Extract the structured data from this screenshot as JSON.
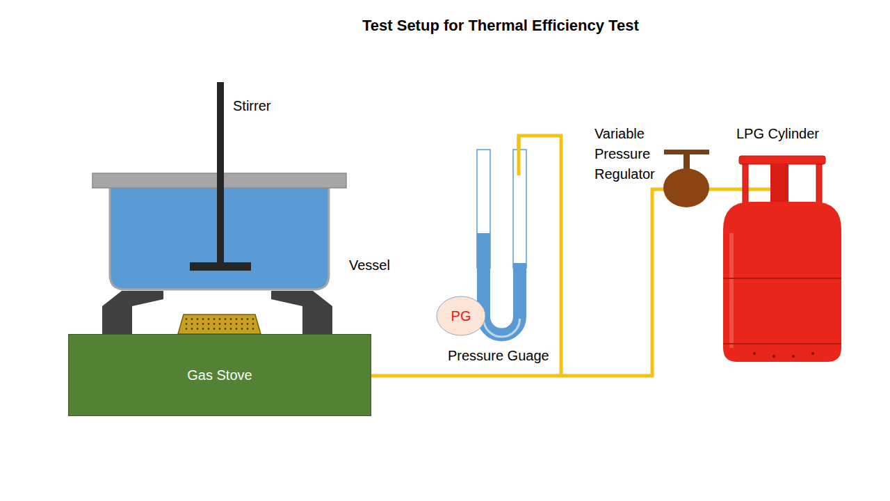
{
  "diagram": {
    "title": "Test Setup for Thermal Efficiency Test",
    "nodes": [
      {
        "text": [
          "Gas Stove"
        ]
      },
      {
        "text": [
          "PG"
        ]
      }
    ],
    "labels": [
      "Stirrer",
      "Vessel",
      "Pressure Guage",
      "Variable Pressure Regulator",
      "LPG Cylinder"
    ]
  }
}
